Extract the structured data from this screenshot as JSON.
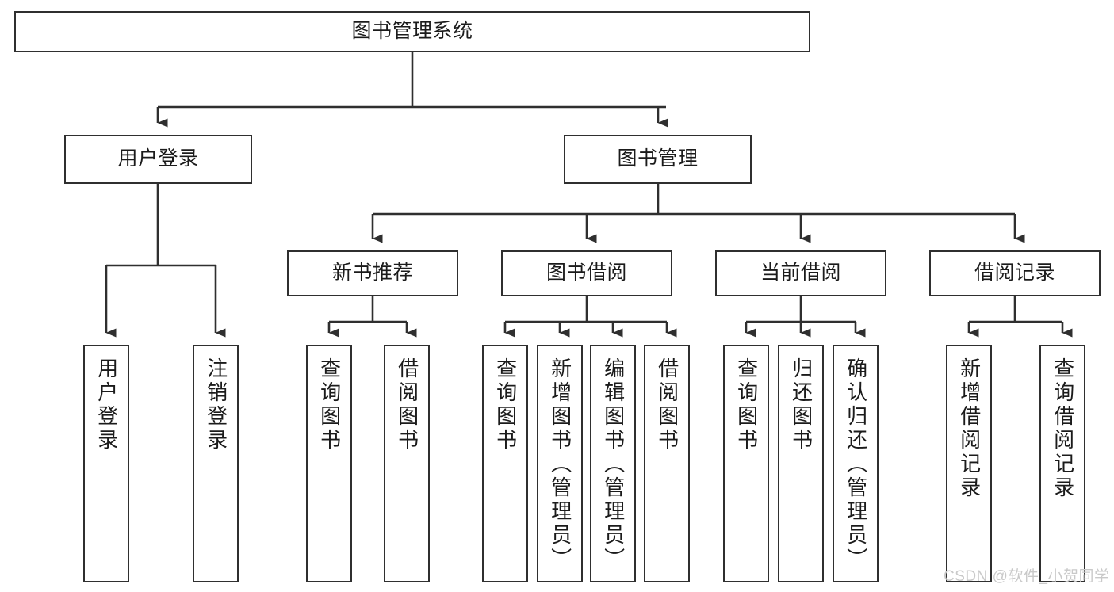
{
  "diagram": {
    "title": "图书管理系统",
    "type": "tree",
    "watermark": "CSDN @软件_小贺同学",
    "colors": {
      "stroke": "#2f2f2f",
      "fill": "#ffffff",
      "text": "#1b1b1b",
      "watermark": "#c9c9c9"
    },
    "nodes": {
      "root": {
        "label": "图书管理系统"
      },
      "level2": [
        {
          "id": "user-login",
          "label": "用户登录"
        },
        {
          "id": "book-manage",
          "label": "图书管理"
        }
      ],
      "level3": [
        {
          "id": "new-book-rec",
          "label": "新书推荐"
        },
        {
          "id": "book-borrow",
          "label": "图书借阅"
        },
        {
          "id": "current-borrow",
          "label": "当前借阅"
        },
        {
          "id": "borrow-record",
          "label": "借阅记录"
        }
      ],
      "leaves": [
        {
          "id": "leaf-user-login",
          "label": "用户登录",
          "parent": "user-login"
        },
        {
          "id": "leaf-logout",
          "label": "注销登录",
          "parent": "user-login"
        },
        {
          "id": "leaf-query-book-1",
          "label": "查询图书",
          "parent": "new-book-rec"
        },
        {
          "id": "leaf-borrow-book-1",
          "label": "借阅图书",
          "parent": "new-book-rec"
        },
        {
          "id": "leaf-query-book-2",
          "label": "查询图书",
          "parent": "book-borrow"
        },
        {
          "id": "leaf-add-book",
          "label": "新增图书（管理员）",
          "parent": "book-borrow"
        },
        {
          "id": "leaf-edit-book",
          "label": "编辑图书（管理员）",
          "parent": "book-borrow"
        },
        {
          "id": "leaf-borrow-book-2",
          "label": "借阅图书",
          "parent": "book-borrow"
        },
        {
          "id": "leaf-query-book-3",
          "label": "查询图书",
          "parent": "current-borrow"
        },
        {
          "id": "leaf-return-book",
          "label": "归还图书",
          "parent": "current-borrow"
        },
        {
          "id": "leaf-confirm-return",
          "label": "确认归还（管理员）",
          "parent": "current-borrow"
        },
        {
          "id": "leaf-add-record",
          "label": "新增借阅记录",
          "parent": "borrow-record"
        },
        {
          "id": "leaf-query-record",
          "label": "查询借阅记录",
          "parent": "borrow-record"
        }
      ]
    }
  }
}
